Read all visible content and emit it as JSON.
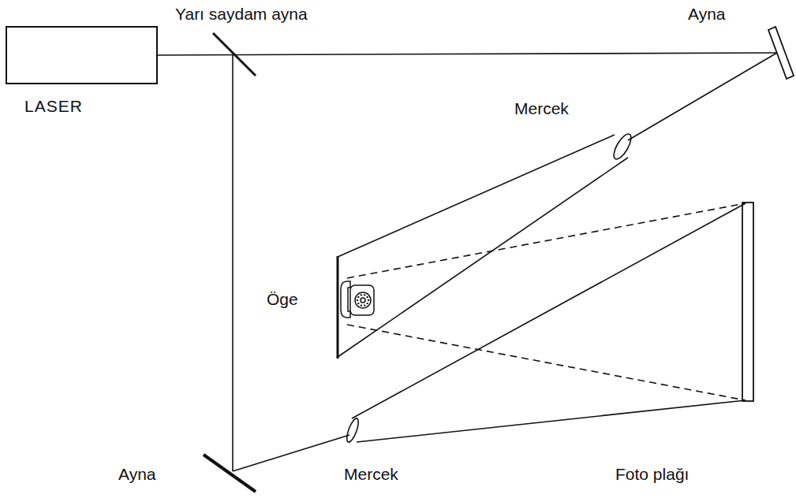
{
  "diagram": {
    "nodes": [
      {
        "text": [
          "LASER"
        ]
      }
    ],
    "labels": [
      "Yarı saydam ayna",
      "Ayna",
      "Mercek",
      "Öge",
      "Ayna",
      "Mercek",
      "Foto plağı"
    ]
  }
}
